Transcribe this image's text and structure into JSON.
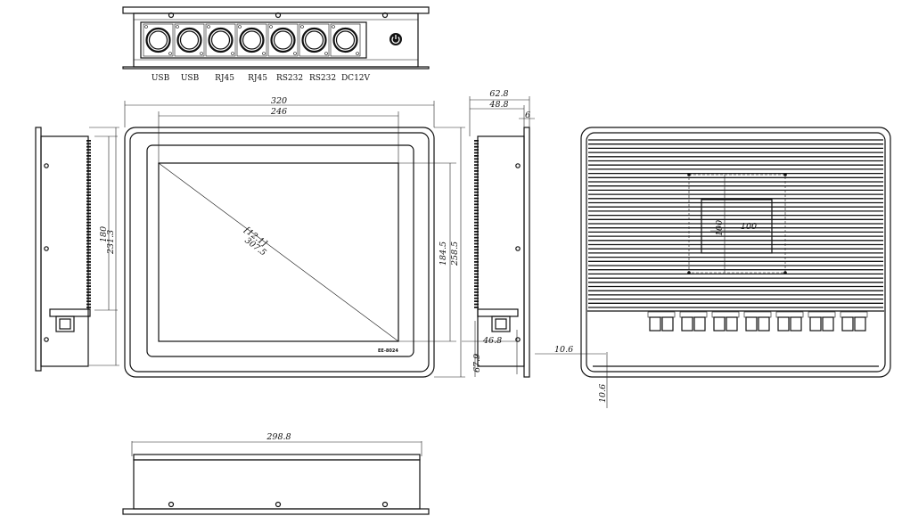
{
  "ports": [
    "USB",
    "USB",
    "RJ45",
    "RJ45",
    "RS232",
    "RS232",
    "DC12V"
  ],
  "dims": {
    "front_width": "320",
    "screen_width": "246",
    "front_height": "231.3",
    "side_height": "180",
    "screen_height": "184.5",
    "front_height_right": "258.5",
    "depth_total": "62.8",
    "depth_body": "48.8",
    "depth_bezel": "6",
    "depth_bracket": "46.8",
    "bracket_height": "67.9",
    "diagonal_in": "12.1",
    "diagonal_mm": "307.5",
    "vesa_w": "100",
    "vesa_h": "100",
    "back_offset_x": "10.6",
    "back_offset_y": "10.6",
    "bottom_width": "298.8"
  },
  "logo_text": "EE-8024"
}
